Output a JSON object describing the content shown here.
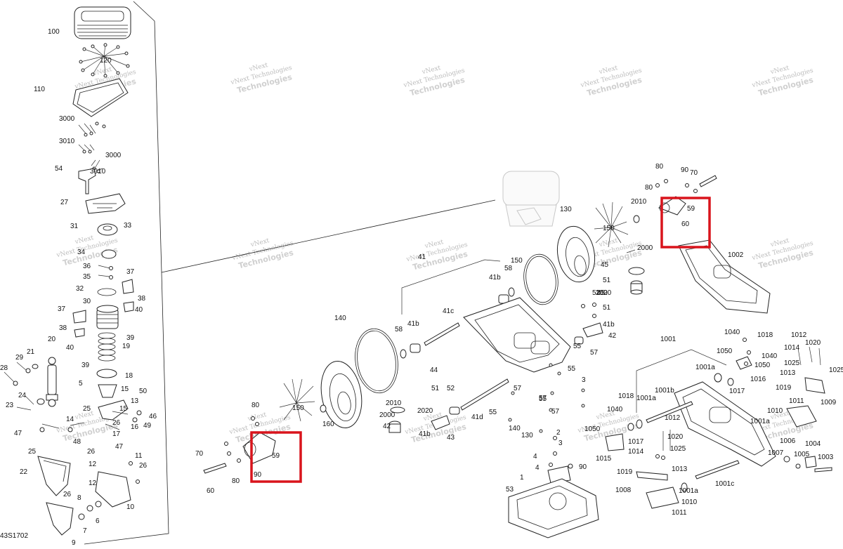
{
  "diagram": {
    "code": "43S1702",
    "watermark_line1": "vNext",
    "watermark_line2": "Technologies",
    "highlight_color": "#d9141c",
    "parts_left_column": [
      "100",
      "120",
      "110",
      "3000",
      "3010",
      "3000",
      "3010",
      "54",
      "27",
      "31",
      "33",
      "34",
      "36",
      "35",
      "37",
      "32",
      "38",
      "40",
      "30",
      "37",
      "39",
      "38",
      "40",
      "20",
      "19",
      "39",
      "18",
      "29",
      "21",
      "5",
      "15",
      "50",
      "24",
      "28",
      "23",
      "25",
      "14",
      "13",
      "46",
      "49",
      "47",
      "26",
      "48",
      "16",
      "17",
      "47",
      "25",
      "26",
      "12",
      "11",
      "26",
      "22",
      "8",
      "10",
      "7",
      "6",
      "26",
      "9",
      "15",
      "12"
    ],
    "parts_center": [
      "41",
      "58",
      "41b",
      "41c",
      "140",
      "58",
      "41b",
      "130",
      "150",
      "160",
      "80",
      "70",
      "80",
      "90",
      "59",
      "60",
      "150",
      "45",
      "51",
      "51",
      "52",
      "2020",
      "2010",
      "2000",
      "42",
      "43",
      "41b",
      "41d",
      "55",
      "57",
      "55",
      "57",
      "140",
      "130",
      "150",
      "160",
      "2020",
      "2010",
      "2000",
      "45",
      "51",
      "52",
      "44",
      "41b",
      "42",
      "55",
      "57",
      "55",
      "57",
      "3",
      "4",
      "4",
      "3",
      "2",
      "1",
      "53",
      "90",
      "80",
      "80",
      "70",
      "90",
      "59",
      "60"
    ],
    "parts_right": [
      "1002",
      "1001",
      "1040",
      "1018",
      "1050",
      "1040",
      "1050",
      "1016",
      "1017",
      "1001a",
      "1012",
      "1014",
      "1020",
      "1025",
      "1013",
      "1019",
      "1025",
      "1011",
      "1009",
      "1010",
      "1001a",
      "1004",
      "1006",
      "1007",
      "1005",
      "1003",
      "1018",
      "1040",
      "1001b",
      "1001a",
      "1012",
      "1017",
      "1020",
      "1014",
      "1025",
      "1013",
      "1019",
      "1008",
      "1010",
      "1011",
      "1001c",
      "1001a",
      "1050",
      "1015"
    ]
  }
}
